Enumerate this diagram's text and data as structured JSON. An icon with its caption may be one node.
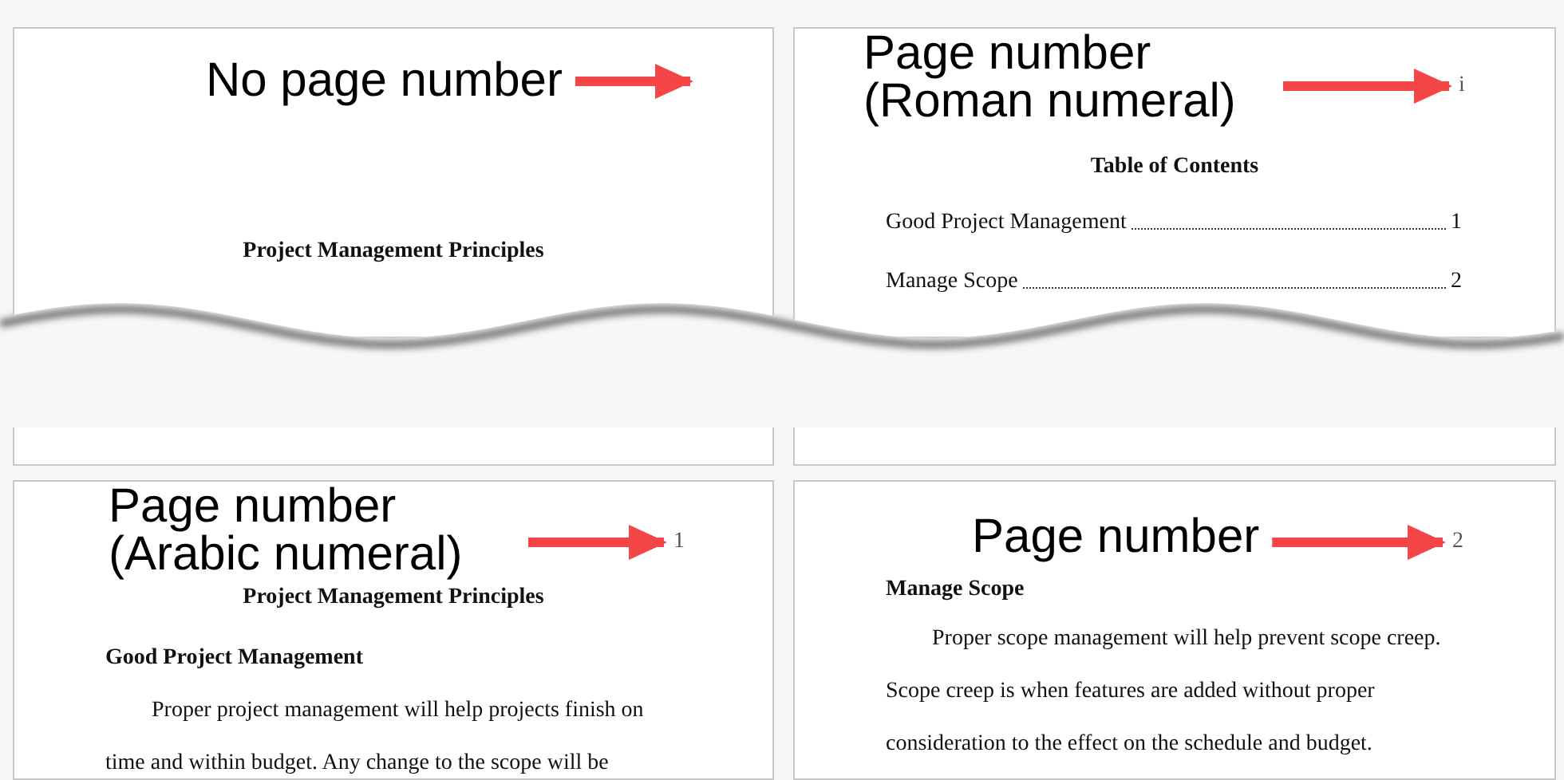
{
  "diagram": {
    "nodes": [
      {
        "text": [
          "Project Management Principles"
        ]
      },
      {
        "text": [
          "No page number"
        ],
        "in": 0
      },
      {
        "text": [
          "Table of Contents",
          "Good Project Management",
          "1",
          "Manage Scope",
          "2"
        ]
      },
      {
        "text": [
          "Page number (Roman numeral)"
        ],
        "in": 2
      },
      {
        "text": [
          "i"
        ],
        "in": 2
      },
      {
        "text": [
          "Project Management Principles",
          "Good Project Management",
          "Proper project management will help projects finish on time and within budget. Any change to the scope will be"
        ]
      },
      {
        "text": [
          "Page number (Arabic numeral)"
        ],
        "in": 5
      },
      {
        "text": [
          "1"
        ],
        "in": 5
      },
      {
        "text": [
          "Manage Scope",
          "Proper scope management will help prevent scope creep. Scope creep is when features are added without proper consideration to the effect on the schedule and budget."
        ]
      },
      {
        "text": [
          "Page number"
        ],
        "in": 8
      },
      {
        "text": [
          "2"
        ],
        "in": 8
      }
    ],
    "edges": [
      {
        "from": 1,
        "to": null,
        "arrow": "to"
      },
      {
        "from": 3,
        "to": 4,
        "arrow": "to"
      },
      {
        "from": 6,
        "to": 7,
        "arrow": "to"
      },
      {
        "from": 9,
        "to": 10,
        "arrow": "to"
      }
    ]
  }
}
